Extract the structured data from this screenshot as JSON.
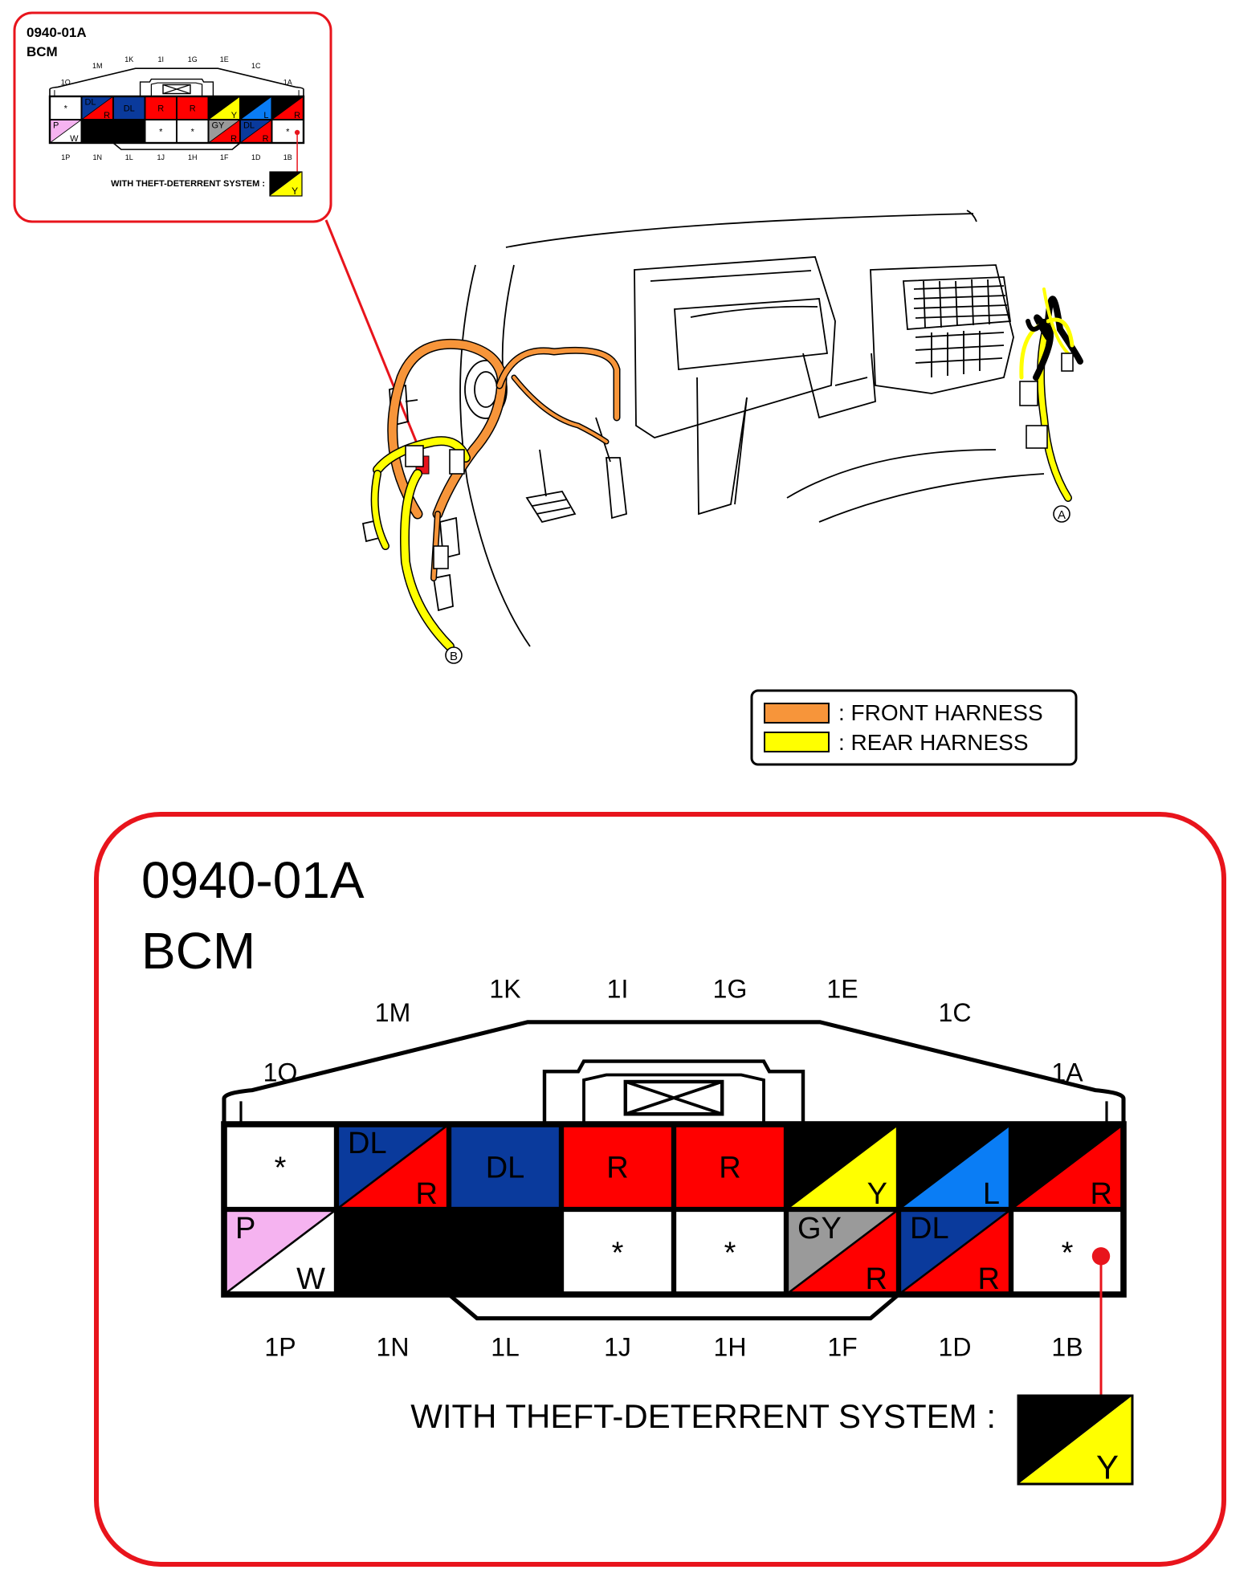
{
  "connector": {
    "code": "0940-01A",
    "name": "BCM",
    "top_labels": [
      "1O",
      "1M",
      "1K",
      "1I",
      "1G",
      "1E",
      "1C",
      "1A"
    ],
    "bottom_labels": [
      "1P",
      "1N",
      "1L",
      "1J",
      "1H",
      "1F",
      "1D",
      "1B"
    ],
    "top_row": [
      {
        "type": "single",
        "text": "*",
        "color": "#ffffff"
      },
      {
        "type": "split",
        "a": "DL",
        "b": "R",
        "color_a": "#0a3a9c",
        "color_b": "#ff0000"
      },
      {
        "type": "single",
        "text": "DL",
        "color": "#0a3a9c"
      },
      {
        "type": "single",
        "text": "R",
        "color": "#ff0000"
      },
      {
        "type": "single",
        "text": "R",
        "color": "#ff0000"
      },
      {
        "type": "split",
        "a": "B",
        "b": "Y",
        "color_a": "#000000",
        "color_b": "#ffff00"
      },
      {
        "type": "split",
        "a": "B",
        "b": "L",
        "color_a": "#000000",
        "color_b": "#0a7df5"
      },
      {
        "type": "split",
        "a": "B",
        "b": "R",
        "color_a": "#000000",
        "color_b": "#ff0000"
      }
    ],
    "bottom_row": [
      {
        "type": "split",
        "a": "P",
        "b": "W",
        "color_a": "#f5b3f0",
        "color_b": "#ffffff"
      },
      {
        "type": "single",
        "text": "B",
        "color": "#000000"
      },
      {
        "type": "single",
        "text": "B",
        "color": "#000000"
      },
      {
        "type": "single",
        "text": "*",
        "color": "#ffffff"
      },
      {
        "type": "single",
        "text": "*",
        "color": "#ffffff"
      },
      {
        "type": "split",
        "a": "GY",
        "b": "R",
        "color_a": "#9a9a9a",
        "color_b": "#ff0000"
      },
      {
        "type": "split",
        "a": "DL",
        "b": "R",
        "color_a": "#0a3a9c",
        "color_b": "#ff0000"
      },
      {
        "type": "single",
        "text": "*",
        "color": "#ffffff"
      }
    ],
    "note_label": "WITH THEFT-DETERRENT SYSTEM :",
    "note_wire": {
      "a": "B",
      "b": "Y",
      "color_a": "#000000",
      "color_b": "#ffff00"
    }
  },
  "legend": {
    "front": {
      "label": ": FRONT HARNESS",
      "color": "#f7953a"
    },
    "rear": {
      "label": ": REAR HARNESS",
      "color": "#ffff00"
    }
  },
  "markers": {
    "a": "A",
    "b": "B"
  },
  "callout_color": "#e8141c"
}
